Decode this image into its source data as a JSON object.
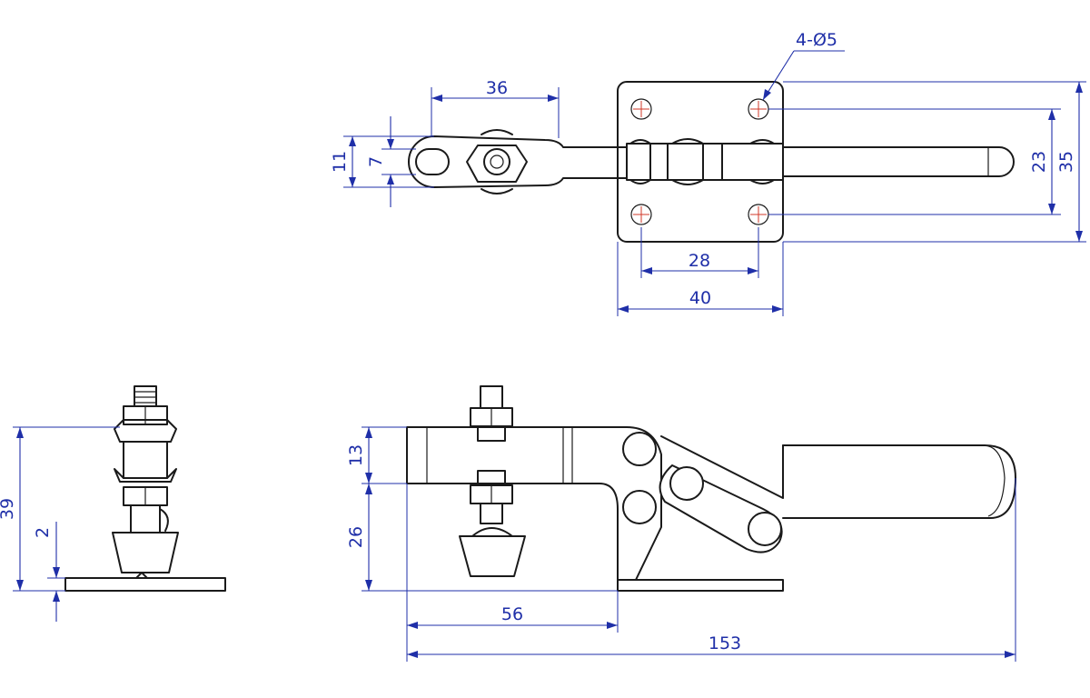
{
  "top_view": {
    "hole_callout": "4-Ø5",
    "dims": {
      "handle_hole_span": "36",
      "slot_width": "11",
      "slot_inner": "7",
      "hole_spacing_x": "28",
      "base_width_x": "40",
      "hole_spacing_y": "23",
      "base_width_y": "35"
    }
  },
  "side_view": {
    "dims": {
      "height_total": "39",
      "base_thickness": "2"
    }
  },
  "front_view": {
    "dims": {
      "arm_height": "13",
      "spindle_height": "26",
      "reach": "56",
      "overall_length": "153"
    }
  },
  "colors": {
    "outline": "#1a1a1a",
    "dimension": "#1f2fa8",
    "centerline": "#d23a2a"
  }
}
